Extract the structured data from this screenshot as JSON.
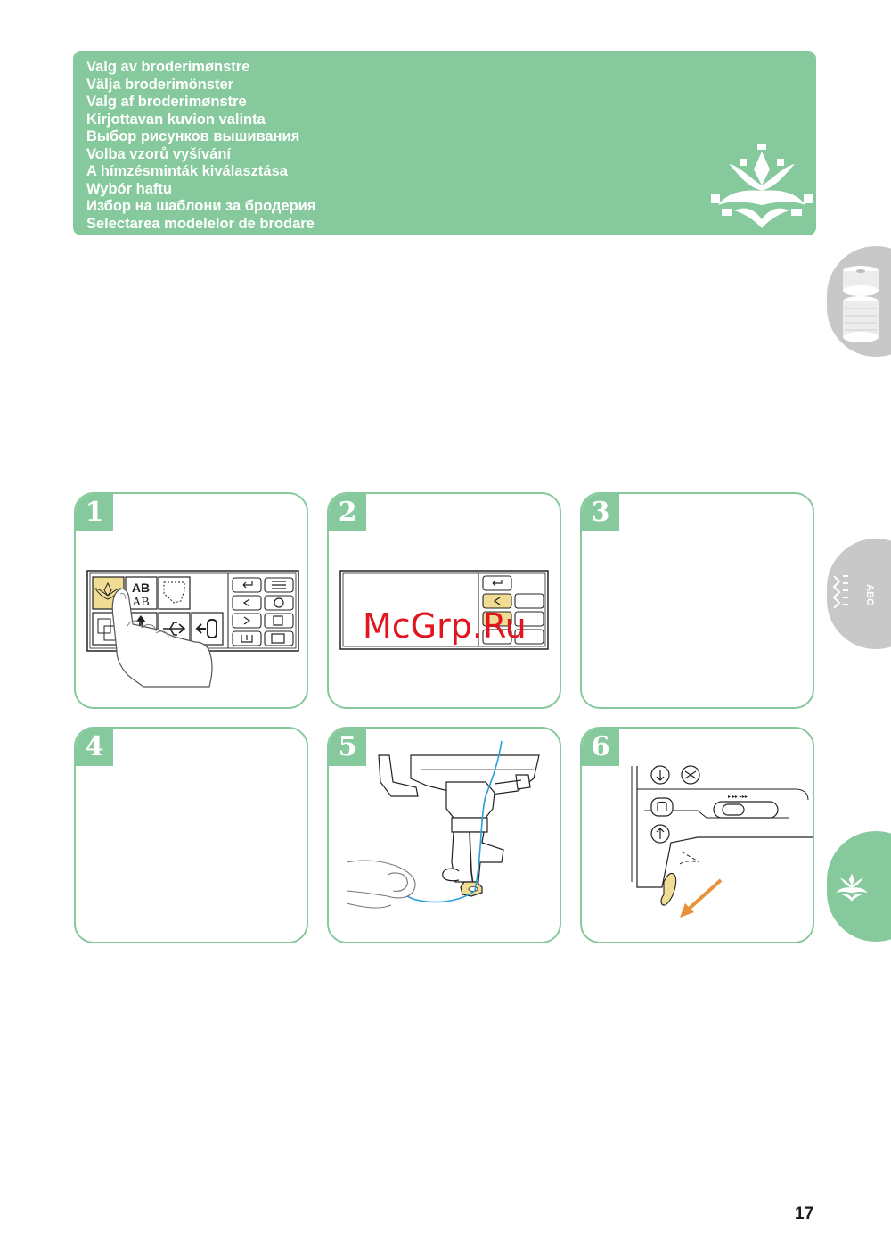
{
  "header": {
    "titles": [
      "Valg av broderimønstre",
      "Välja broderimönster",
      "Valg af broderimønstre",
      "Kirjottavan kuvion valinta",
      "Выбор рисунков вышивания",
      "Volba vzorů vyšívání",
      "A hímzésminták kiválasztása",
      "Wybór haftu",
      "Избор на шаблони за бродерия",
      "Selectarea modelelor de brodare"
    ],
    "logo_icon": "embroidery-flower-icon"
  },
  "side_tabs": {
    "threads_icon": "thread-spool-icon",
    "stitch_label": "ABC",
    "stitch_icon": "stitch-pattern-icon",
    "embroidery_icon": "embroidery-flower-icon"
  },
  "steps": [
    {
      "number": "1"
    },
    {
      "number": "2"
    },
    {
      "number": "3"
    },
    {
      "number": "4"
    },
    {
      "number": "5"
    },
    {
      "number": "6"
    }
  ],
  "screen1": {
    "ab_text_top": "AB",
    "ab_text_bottom": "AB"
  },
  "watermark": "McGrp.Ru",
  "footer": {
    "page_number": "17"
  },
  "colors": {
    "accent_green": "#86c99d",
    "tab_gray": "#c8c8c8",
    "highlight_yellow": "#f0dc92",
    "arrow_orange": "#e8923a",
    "thread_blue": "#2a9fd8",
    "watermark_red": "#e0151f"
  }
}
